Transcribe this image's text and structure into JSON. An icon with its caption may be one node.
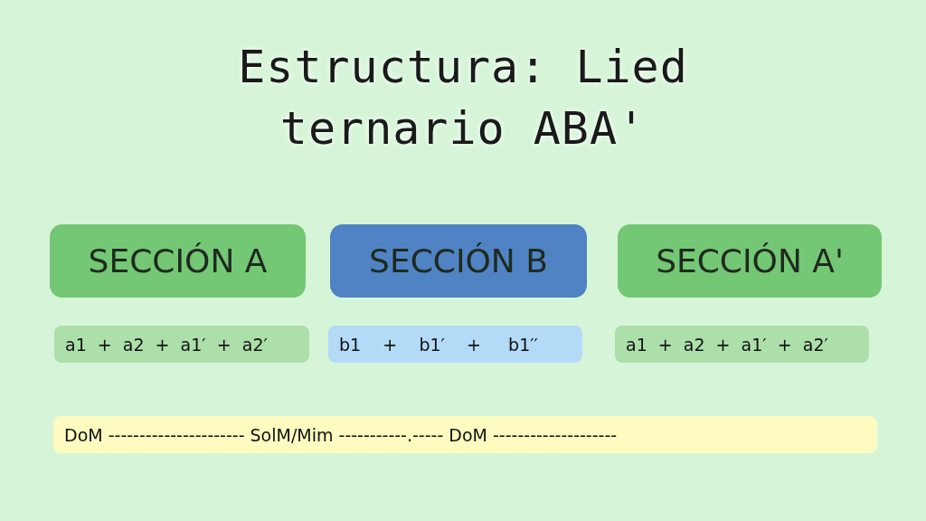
{
  "diagram": {
    "title": "Estructura: Lied ternario ABA'",
    "nodes": [
      {
        "text": [
          "SECCIÓN A"
        ]
      },
      {
        "text": [
          "SECCIÓN B"
        ]
      },
      {
        "text": [
          "SECCIÓN A'"
        ]
      },
      {
        "text": [
          "a1  +  a2  +  a1′  +  a2′"
        ]
      },
      {
        "text": [
          "b1    +    b1′    +     b1′′"
        ]
      },
      {
        "text": [
          "a1  +  a2  +  a1′  +  a2′"
        ]
      },
      {
        "text": [
          "DoM ---------------------- SolM/Mim -----------.----- DoM --------------------"
        ]
      }
    ]
  }
}
